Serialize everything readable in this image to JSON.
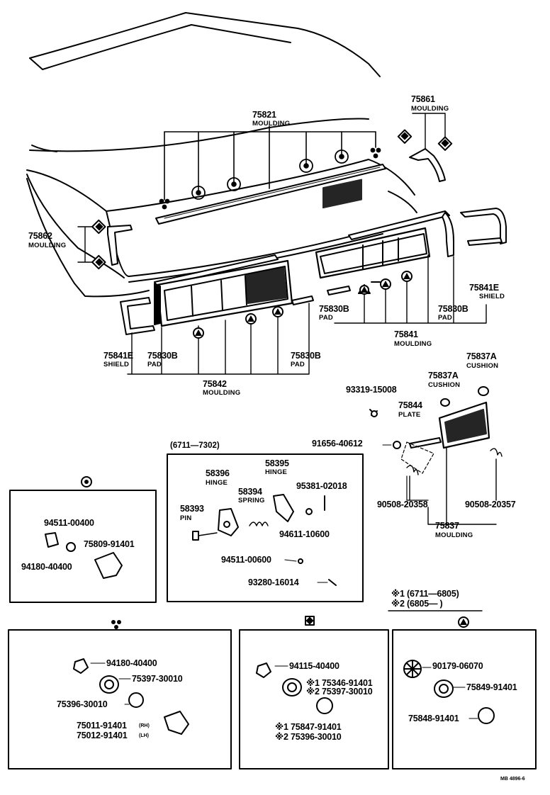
{
  "labels": {
    "p75821": "75821",
    "n75821": "MOULDING",
    "p75861": "75861",
    "n75861": "MOULDING",
    "p75862": "75862",
    "n75862": "MOULDING",
    "p75841E_r": "75841E",
    "n75841E_r": "SHIELD",
    "p75830B_r1": "75830B",
    "n75830B_r1": "PAD",
    "p75830B_r2": "75830B",
    "n75830B_r2": "PAD",
    "p75841": "75841",
    "n75841": "MOULDING",
    "p75841E_l": "75841E",
    "n75841E_l": "SHIELD",
    "p75830B_l1": "75830B",
    "n75830B_l1": "PAD",
    "p75830B_l2": "75830B",
    "n75830B_l2": "PAD",
    "p75842": "75842",
    "n75842": "MOULDING",
    "p75837A_1": "75837A",
    "n75837A_1": "CUSHION",
    "p75837A_2": "75837A",
    "n75837A_2": "CUSHION",
    "p93319": "93319-15008",
    "p75844": "75844",
    "n75844": "PLATE",
    "p91656": "91656-40612",
    "p90508a": "90508-20358",
    "p90508b": "90508-20357",
    "p75837": "75837",
    "n75837": "MOULDING",
    "range": "(6711—7302)",
    "p58396": "58396",
    "n58396": "HINGE",
    "p58395": "58395",
    "n58395": "HINGE",
    "p58394": "58394",
    "n58394": "SPRING",
    "p58393": "58393",
    "n58393": "PIN",
    "p95381": "95381-02018",
    "p94611": "94611-10600",
    "p94511b": "94511-00600",
    "p93280": "93280-16014",
    "p94511a": "94511-00400",
    "p75809": "75809-91401",
    "p94180a": "94180-40400",
    "note1": "※1 (6711—6805)",
    "note2": "※2 (6805—       )",
    "p94180b": "94180-40400",
    "p75397a": "75397-30010",
    "p75396a": "75396-30010",
    "p75011": "75011-91401",
    "s75011": "(RH)",
    "p75012": "75012-91401",
    "s75012": "(LH)",
    "p94115": "94115-40400",
    "p75346": "※1 75346-91401",
    "p75397b": "※2 75397-30010",
    "p75847": "※1 75847-91401",
    "p75396b": "※2 75396-30010",
    "p90179": "90179-06070",
    "p75849": "75849-91401",
    "p75848": "75848-91401",
    "footer": "MB 4896-6"
  }
}
